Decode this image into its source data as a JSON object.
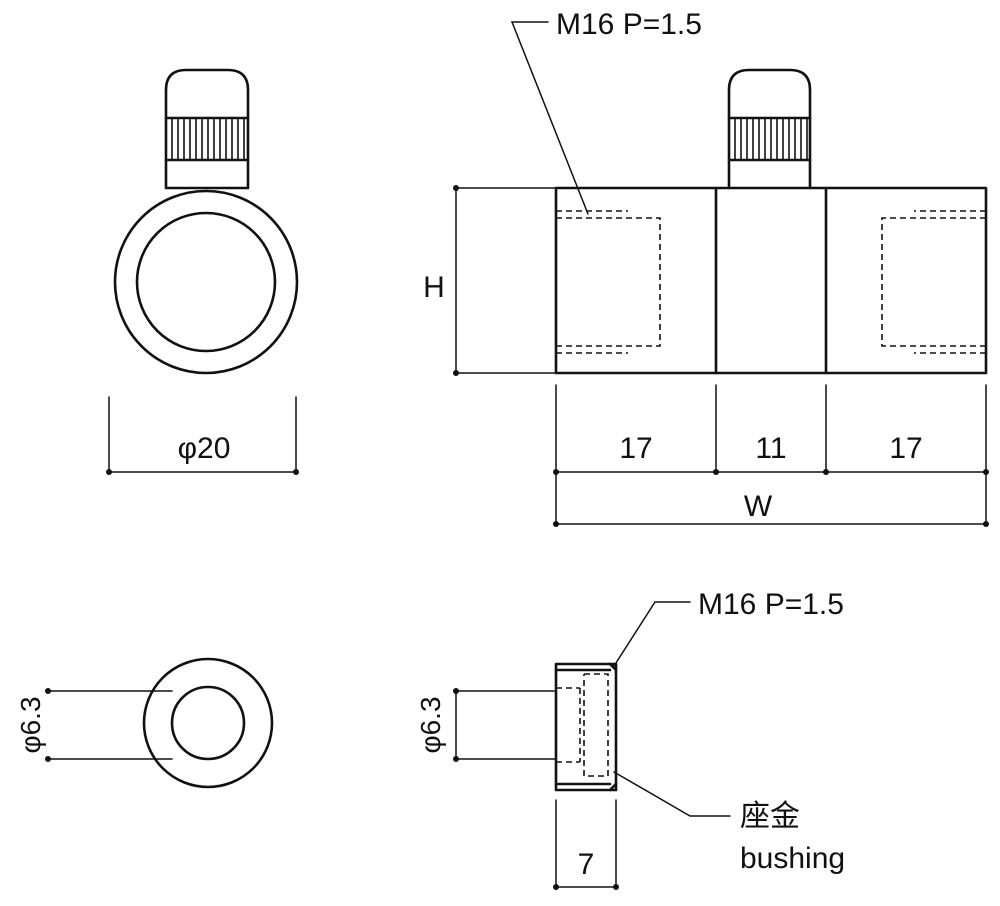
{
  "views": {
    "top_left": {
      "diameter_label": "φ20"
    },
    "top_right": {
      "thread_label": "M16 P=1.5",
      "height_label": "H",
      "width_label": "W",
      "segment_labels": [
        "17",
        "11",
        "17"
      ]
    },
    "bottom_left": {
      "diameter_label": "φ6.3"
    },
    "bottom_right": {
      "thread_label": "M16 P=1.5",
      "diameter_label": "φ6.3",
      "thickness_label": "7",
      "part_name_jp": "座金",
      "part_name_en": "bushing"
    }
  },
  "colors": {
    "line": "#111111",
    "background": "#ffffff"
  }
}
